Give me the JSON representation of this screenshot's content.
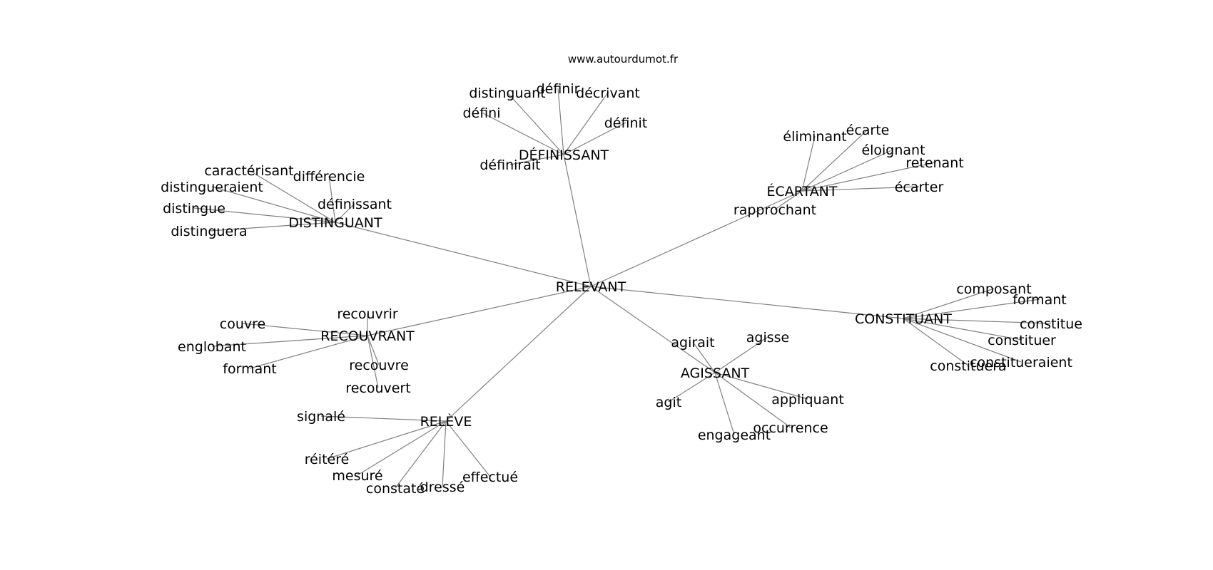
{
  "site": "www.autourdumot.fr",
  "root": {
    "id": "relevant",
    "label": "RELEVANT"
  },
  "hubs": [
    {
      "id": "definissant",
      "label": "DÉFINISSANT",
      "words": [
        "distinguant",
        "définir",
        "décrivant",
        "défini",
        "définit",
        "définirait"
      ]
    },
    {
      "id": "ecartant",
      "label": "ÉCARTANT",
      "words": [
        "éliminant",
        "écarte",
        "éloignant",
        "retenant",
        "écarter",
        "rapprochant"
      ]
    },
    {
      "id": "distinguant",
      "label": "DISTINGUANT",
      "words": [
        "caractérisant",
        "différencie",
        "distingueraient",
        "définissant",
        "distingue",
        "distinguera"
      ]
    },
    {
      "id": "recouvrant",
      "label": "RECOUVRANT",
      "words": [
        "recouvrir",
        "couvre",
        "englobant",
        "formant",
        "recouvre",
        "recouvert"
      ]
    },
    {
      "id": "constituant",
      "label": "CONSTITUANT",
      "words": [
        "composant",
        "formant",
        "constitue",
        "constituer",
        "constitueraient",
        "constituera"
      ]
    },
    {
      "id": "agissant",
      "label": "AGISSANT",
      "words": [
        "agirait",
        "agisse",
        "agit",
        "appliquant",
        "occurrence",
        "engageant"
      ]
    },
    {
      "id": "releve",
      "label": "RELÈVE",
      "words": [
        "signalé",
        "réitéré",
        "mesuré",
        "constaté",
        "dressé",
        "effectué"
      ]
    }
  ]
}
